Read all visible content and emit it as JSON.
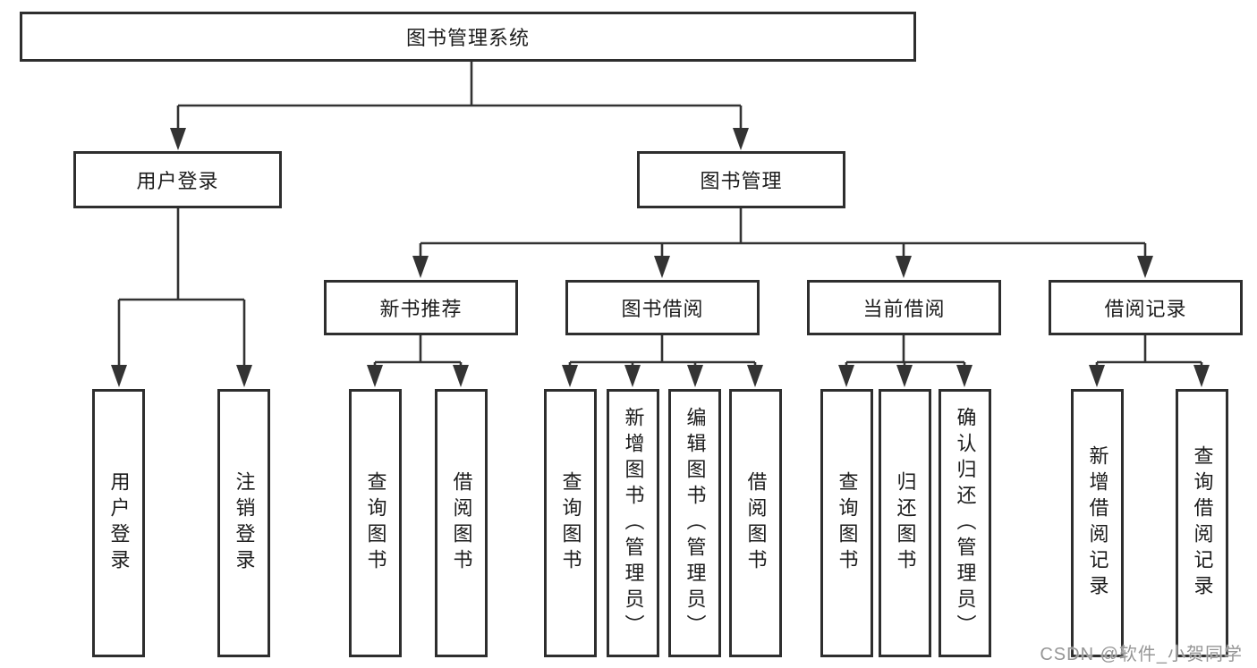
{
  "diagram": {
    "root": {
      "label": "图书管理系统"
    },
    "branches": [
      {
        "label": "用户登录",
        "children": [
          {
            "label": "用户登录"
          },
          {
            "label": "注销登录"
          }
        ]
      },
      {
        "label": "图书管理",
        "children": [
          {
            "label": "新书推荐",
            "children": [
              {
                "label": "查询图书"
              },
              {
                "label": "借阅图书"
              }
            ]
          },
          {
            "label": "图书借阅",
            "children": [
              {
                "label": "查询图书"
              },
              {
                "label": "新增图书（管理员）"
              },
              {
                "label": "编辑图书（管理员）"
              },
              {
                "label": "借阅图书"
              }
            ]
          },
          {
            "label": "当前借阅",
            "children": [
              {
                "label": "查询图书"
              },
              {
                "label": "归还图书"
              },
              {
                "label": "确认归还（管理员）"
              }
            ]
          },
          {
            "label": "借阅记录",
            "children": [
              {
                "label": "新增借阅记录"
              },
              {
                "label": "查询借阅记录"
              }
            ]
          }
        ]
      }
    ]
  },
  "watermark": {
    "text": "CSDN @软件_小贺同学"
  },
  "colors": {
    "line": "#333333",
    "box_border": "#2e2e2e",
    "text": "#1c1c1c",
    "watermark": "#969696",
    "background": "#ffffff"
  }
}
